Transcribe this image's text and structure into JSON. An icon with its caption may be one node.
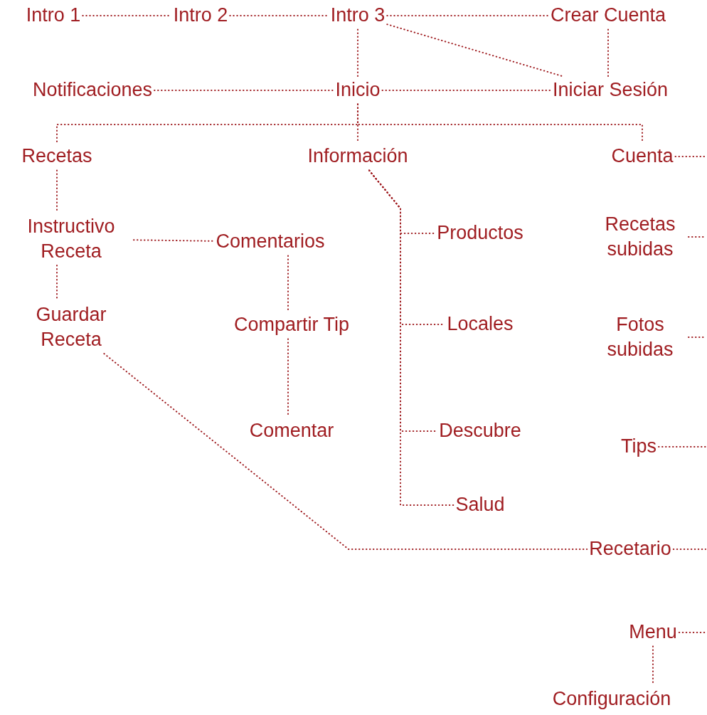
{
  "diagram": {
    "nodes": [
      {
        "text": [
          "Intro 1"
        ]
      },
      {
        "text": [
          "Intro 2"
        ]
      },
      {
        "text": [
          "Intro 3"
        ]
      },
      {
        "text": [
          "Crear Cuenta"
        ]
      },
      {
        "text": [
          "Notificaciones"
        ]
      },
      {
        "text": [
          "Inicio"
        ]
      },
      {
        "text": [
          "Iniciar Sesión"
        ]
      },
      {
        "text": [
          "Recetas"
        ]
      },
      {
        "text": [
          "Información"
        ]
      },
      {
        "text": [
          "Cuenta"
        ]
      },
      {
        "text": [
          "Instructivo Receta"
        ]
      },
      {
        "text": [
          "Comentarios"
        ]
      },
      {
        "text": [
          "Productos"
        ]
      },
      {
        "text": [
          "Recetas subidas"
        ]
      },
      {
        "text": [
          "Guardar Receta"
        ]
      },
      {
        "text": [
          "Compartir Tip"
        ]
      },
      {
        "text": [
          "Locales"
        ]
      },
      {
        "text": [
          "Fotos subidas"
        ]
      },
      {
        "text": [
          "Comentar"
        ]
      },
      {
        "text": [
          "Descubre"
        ]
      },
      {
        "text": [
          "Tips"
        ]
      },
      {
        "text": [
          "Salud"
        ]
      },
      {
        "text": [
          "Recetario"
        ]
      },
      {
        "text": [
          "Menu"
        ]
      },
      {
        "text": [
          "Configuración"
        ]
      }
    ],
    "edges": [
      {
        "from": 0,
        "to": 1,
        "arrow": "none"
      },
      {
        "from": 1,
        "to": 2,
        "arrow": "none"
      },
      {
        "from": 2,
        "to": 3,
        "arrow": "none"
      },
      {
        "from": 2,
        "to": 6,
        "arrow": "none"
      },
      {
        "from": 3,
        "to": 6,
        "arrow": "none"
      },
      {
        "from": 2,
        "to": 5,
        "arrow": "none"
      },
      {
        "from": 4,
        "to": 5,
        "arrow": "none"
      },
      {
        "from": 5,
        "to": 6,
        "arrow": "none"
      },
      {
        "from": 5,
        "to": 7,
        "arrow": "none"
      },
      {
        "from": 5,
        "to": 8,
        "arrow": "none"
      },
      {
        "from": 5,
        "to": 9,
        "arrow": "none"
      },
      {
        "from": 7,
        "to": 10,
        "arrow": "none"
      },
      {
        "from": 10,
        "to": 11,
        "arrow": "none"
      },
      {
        "from": 10,
        "to": 14,
        "arrow": "none"
      },
      {
        "from": 11,
        "to": 15,
        "arrow": "none"
      },
      {
        "from": 15,
        "to": 18,
        "arrow": "none"
      },
      {
        "from": 8,
        "to": 12,
        "arrow": "none"
      },
      {
        "from": 8,
        "to": 16,
        "arrow": "none"
      },
      {
        "from": 8,
        "to": 19,
        "arrow": "none"
      },
      {
        "from": 8,
        "to": 21,
        "arrow": "none"
      },
      {
        "from": 14,
        "to": 22,
        "arrow": "none"
      },
      {
        "from": 23,
        "to": 24,
        "arrow": "none"
      },
      {
        "from": 9,
        "to": null,
        "arrow": "none"
      },
      {
        "from": 13,
        "to": null,
        "arrow": "none"
      },
      {
        "from": 17,
        "to": null,
        "arrow": "none"
      },
      {
        "from": 20,
        "to": null,
        "arrow": "none"
      },
      {
        "from": 22,
        "to": null,
        "arrow": "none"
      },
      {
        "from": 23,
        "to": null,
        "arrow": "none"
      }
    ]
  }
}
